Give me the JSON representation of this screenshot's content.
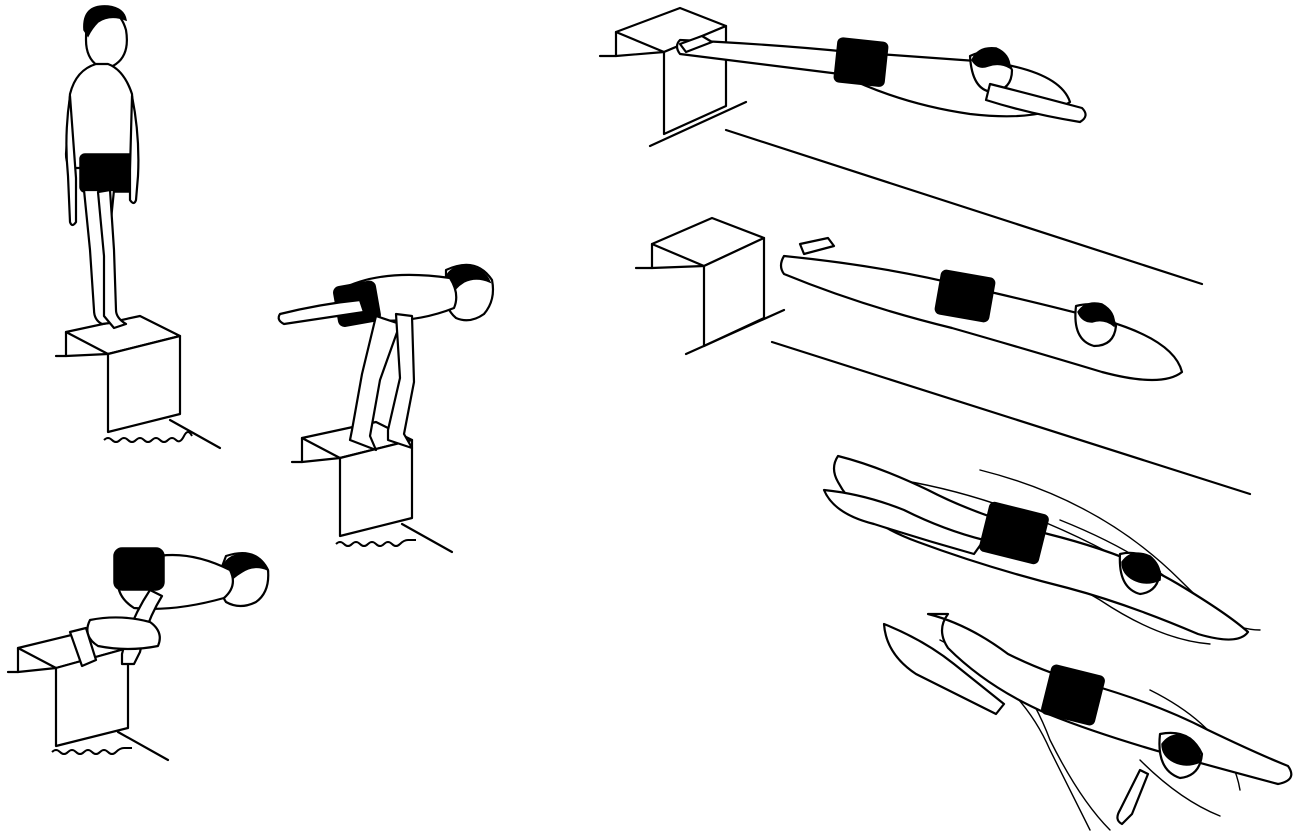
{
  "figure": {
    "stages": [
      {
        "id": 1,
        "pose": "standing-on-block"
      },
      {
        "id": 2,
        "pose": "crouched-arms-back"
      },
      {
        "id": 3,
        "pose": "grab-start"
      },
      {
        "id": 4,
        "pose": "glide-off-block"
      },
      {
        "id": 5,
        "pose": "streamline-glide"
      },
      {
        "id": 6,
        "pose": "underwater-kick"
      },
      {
        "id": 7,
        "pose": "underwater-pull"
      }
    ],
    "colors": {
      "line": "#000000",
      "swimsuit": "#000000",
      "background": "#ffffff"
    }
  }
}
